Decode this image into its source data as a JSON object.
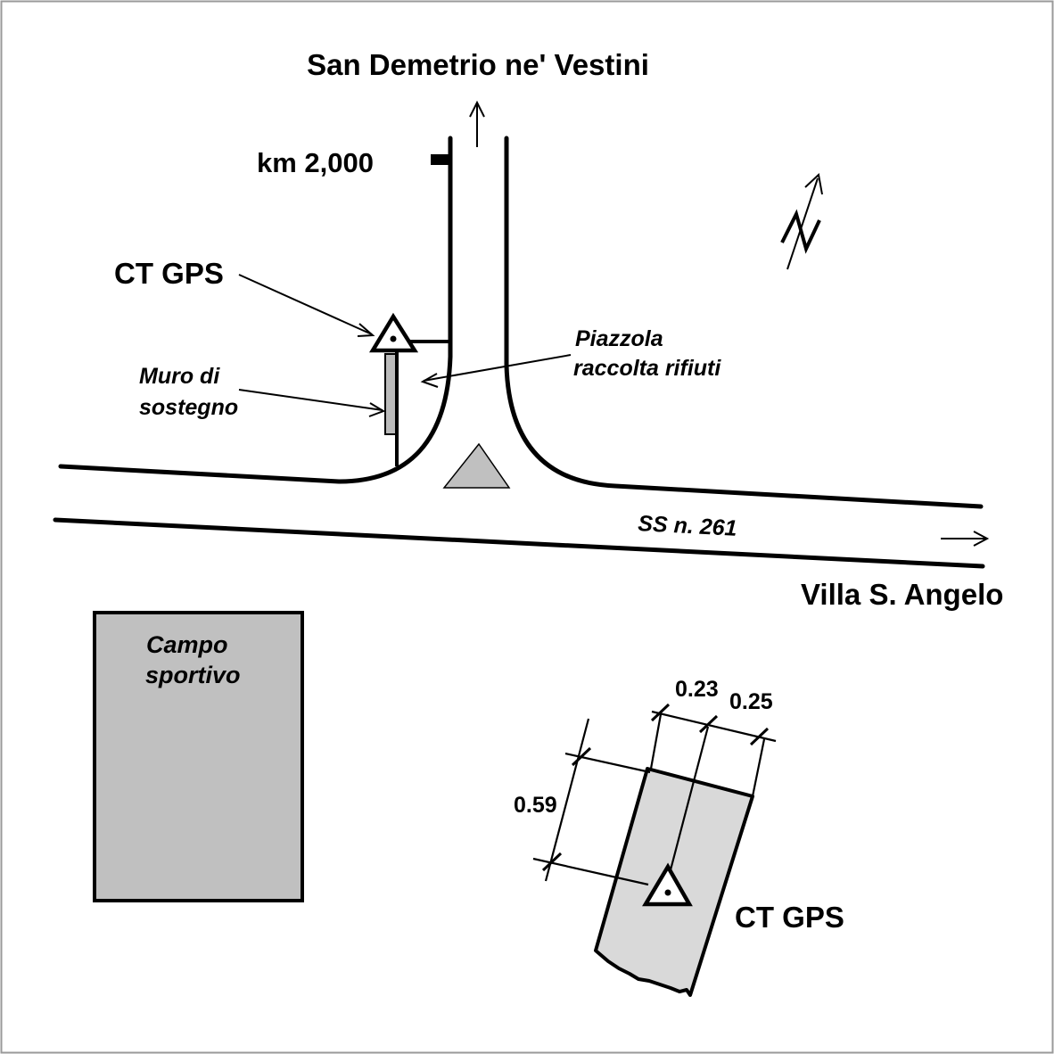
{
  "labels": {
    "north_destination": "San Demetrio ne' Vestini",
    "km_marker": "km 2,000",
    "ct_gps_top": "CT GPS",
    "muro_line1": "Muro di",
    "muro_line2": "sostegno",
    "piazzola_line1": "Piazzola",
    "piazzola_line2": "raccolta rifiuti",
    "road_name": "SS n. 261",
    "east_destination": "Villa S. Angelo",
    "campo_line1": "Campo",
    "campo_line2": "sportivo",
    "ct_gps_bottom": "CT GPS",
    "north_symbol": "N"
  },
  "dimensions": {
    "d1": "0.23",
    "d2": "0.25",
    "d3": "0.59"
  },
  "icons": {
    "north_arrow": "north-arrow-icon",
    "gps_point": "triangle-dot-icon"
  },
  "colors": {
    "fill_gray": "#c0c0c0",
    "fill_light_gray": "#d9d9d9",
    "line": "#000000",
    "frame": "#9a9a9a"
  }
}
